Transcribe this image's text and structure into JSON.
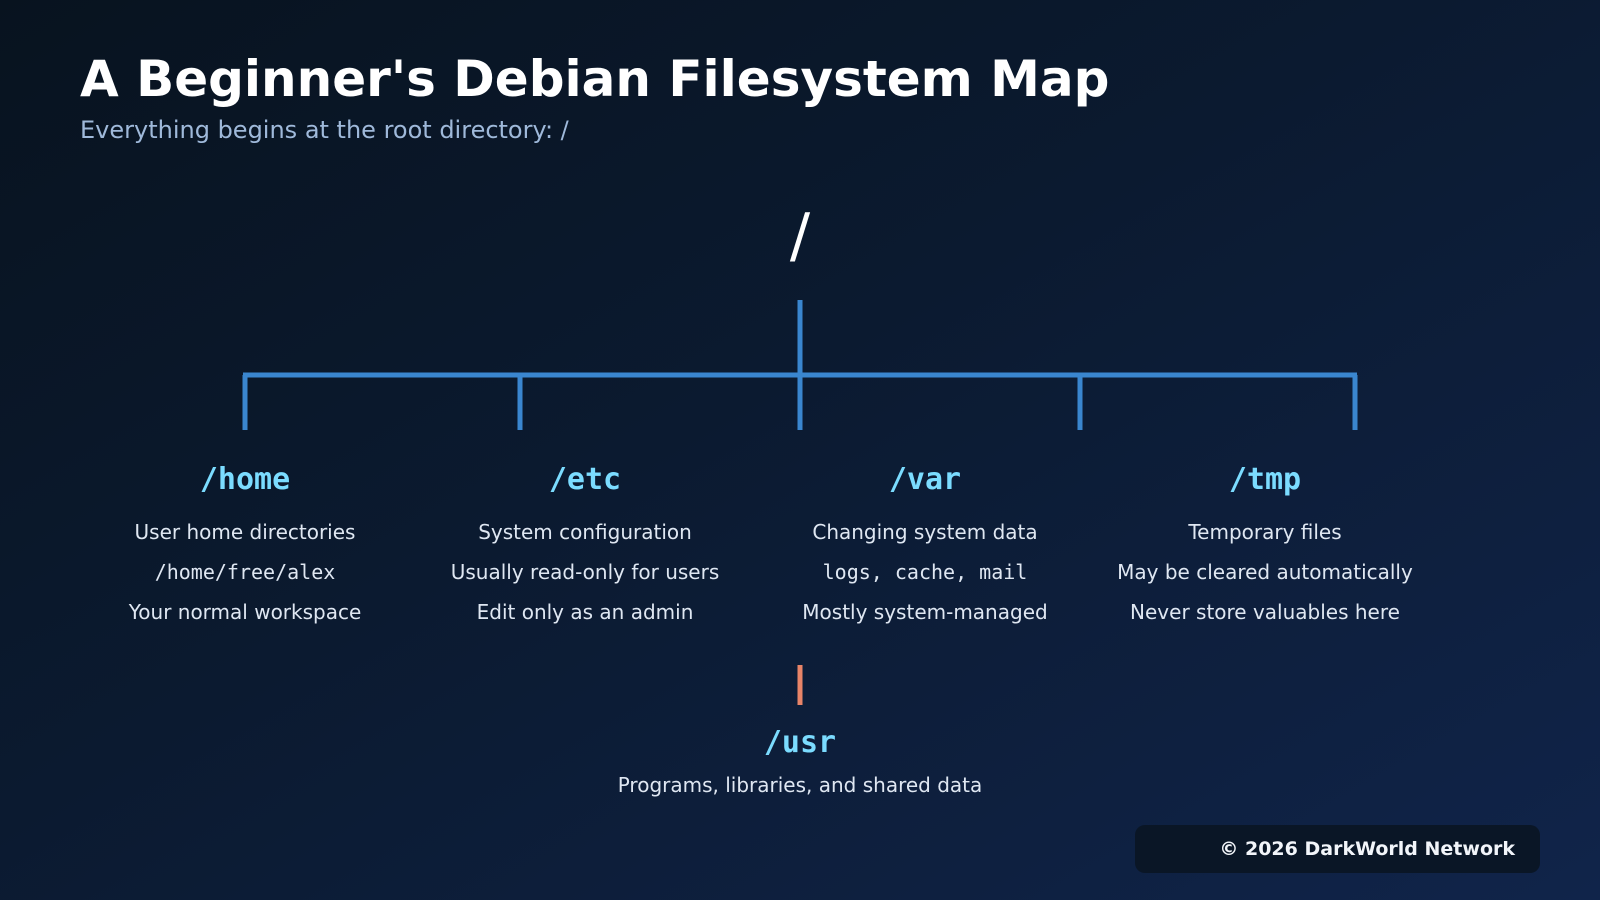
{
  "header": {
    "title": "A Beginner's Debian Filesystem Map",
    "subtitle": "Everything begins at the root directory: /"
  },
  "root": {
    "label": "/"
  },
  "branches": [
    {
      "name": "/home",
      "lines": [
        "User home directories",
        "/home/free/alex",
        "Your normal workspace"
      ]
    },
    {
      "name": "/etc",
      "lines": [
        "System configuration",
        "Usually read-only for users",
        "Edit only as an admin"
      ]
    },
    {
      "name": "/var",
      "lines": [
        "Changing system data",
        "logs, cache, mail",
        "Mostly system-managed"
      ]
    },
    {
      "name": "/tmp",
      "lines": [
        "Temporary files",
        "May be cleared automatically",
        "Never store valuables here"
      ]
    }
  ],
  "usr": {
    "name": "/usr",
    "description": "Programs, libraries, and shared data"
  },
  "footer": {
    "text": "© 2026 DarkWorld Network"
  },
  "colors": {
    "connector": "#3a86cf",
    "usr_connector": "#e88468",
    "dir_name": "#7bdcff",
    "subtitle": "#9fb9da"
  }
}
